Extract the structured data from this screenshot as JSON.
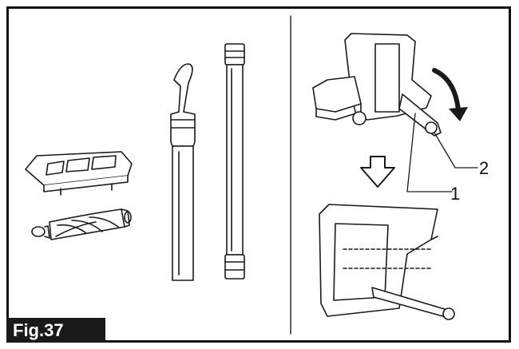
{
  "figure": {
    "label": "Fig.37"
  },
  "callouts": [
    {
      "id": "1",
      "text": "1"
    },
    {
      "id": "2",
      "text": "2"
    }
  ],
  "icons": [
    "filter-cover-icon",
    "brush-roll-icon",
    "wand-icon",
    "hose-icon",
    "vacuum-base-icon",
    "rotate-arrow-icon",
    "down-arrow-icon",
    "nozzle-detail-icon"
  ],
  "colors": {
    "stroke": "#1a1a1a",
    "label_bg": "#1a1a1a",
    "label_text": "#ffffff"
  }
}
